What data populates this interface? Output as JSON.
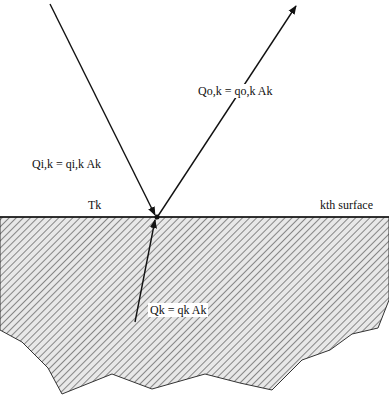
{
  "diagram": {
    "labels": [
      "Qo,k = qo,k Ak",
      "Qi,k = qi,k Ak",
      "Tk",
      "kth surface",
      "Qk = qk Ak"
    ]
  }
}
